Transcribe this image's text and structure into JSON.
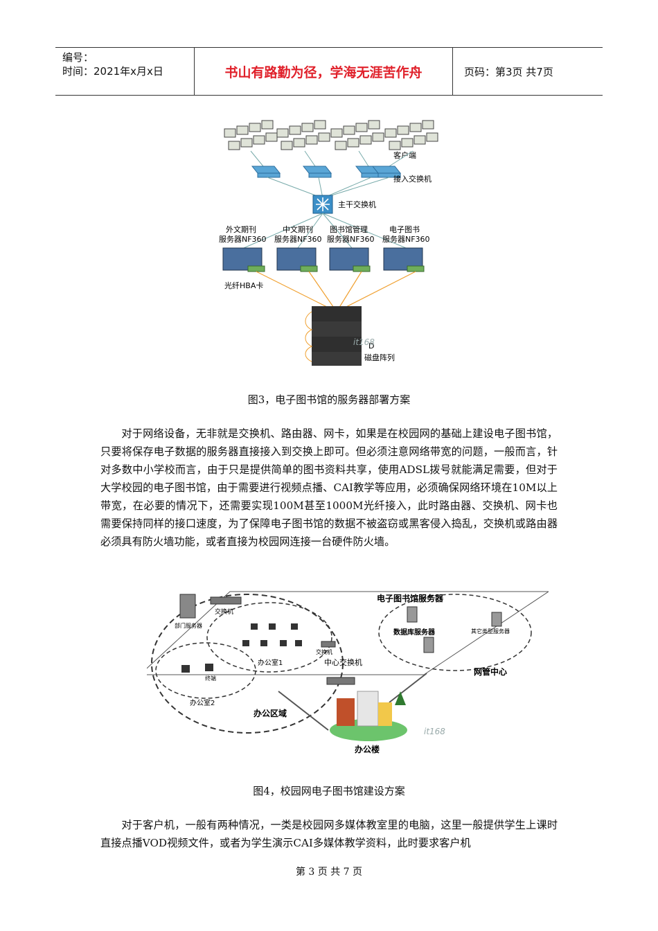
{
  "header": {
    "number_label": "编号：",
    "time_label": "时间：2021年x月x日",
    "motto": "书山有路勤为径，学海无涯苦作舟",
    "page_info": "页码：第3页 共7页"
  },
  "figure3": {
    "caption": "图3，电子图书馆的服务器部署方案",
    "labels": {
      "client": "客户端",
      "access_switch": "接入交换机",
      "core_switch": "主干交换机",
      "server1": "外文期刊",
      "server1b": "服务器NF360",
      "server2": "中文期刊",
      "server2b": "服务器NF360",
      "server3": "图书馆管理",
      "server3b": "服务器NF360",
      "server4": "电子图书",
      "server4b": "服务器NF360",
      "hba": "光纤HBA卡",
      "array_model": "D",
      "disk_array": "磁盘阵列",
      "watermark": "it168"
    }
  },
  "paragraph1": "对于网络设备，无非就是交换机、路由器、网卡，如果是在校园网的基础上建设电子图书馆，只要将保存电子数据的服务器直接接入到交换上即可。但必须注意网络带宽的问题，一般而言，针对多数中小学校而言，由于只是提供简单的图书资料共享，使用ADSL拨号就能满足需要，但对于大学校园的电子图书馆，由于需要进行视频点播、CAI教学等应用，必须确保网络环境在10M以上带宽，在必要的情况下，还需要实现100M甚至1000M光纤接入，此时路由器、交换机、网卡也需要保持同样的接口速度，为了保障电子图书馆的数据不被盗窃或黑客侵入捣乱，交换机或路由器必须具有防火墙功能，或者直接为校园网连接一台硬件防火墙。",
  "figure4": {
    "caption": "图4，校园网电子图书馆建设方案",
    "labels": {
      "switch": "交换机",
      "dept_server": "部门服务器",
      "office1": "办公室1",
      "office2": "办公室2",
      "terminal": "终端",
      "small_switch": "交换机",
      "center_switch": "中心交换机",
      "library_server": "电子图书馆服务器",
      "db_server": "数据库服务器",
      "other_server": "其它类型服务器",
      "nms_center": "网管中心",
      "office_area": "办公区域",
      "office_building": "办公楼",
      "watermark": "it168"
    }
  },
  "paragraph2": "对于客户机，一般有两种情况，一类是校园网多媒体教室里的电脑，这里一般提供学生上课时直接点播VOD视频文件，或者为学生演示CAI多媒体教学资料，此时要求客户机",
  "footer": "第 3 页 共 7 页"
}
